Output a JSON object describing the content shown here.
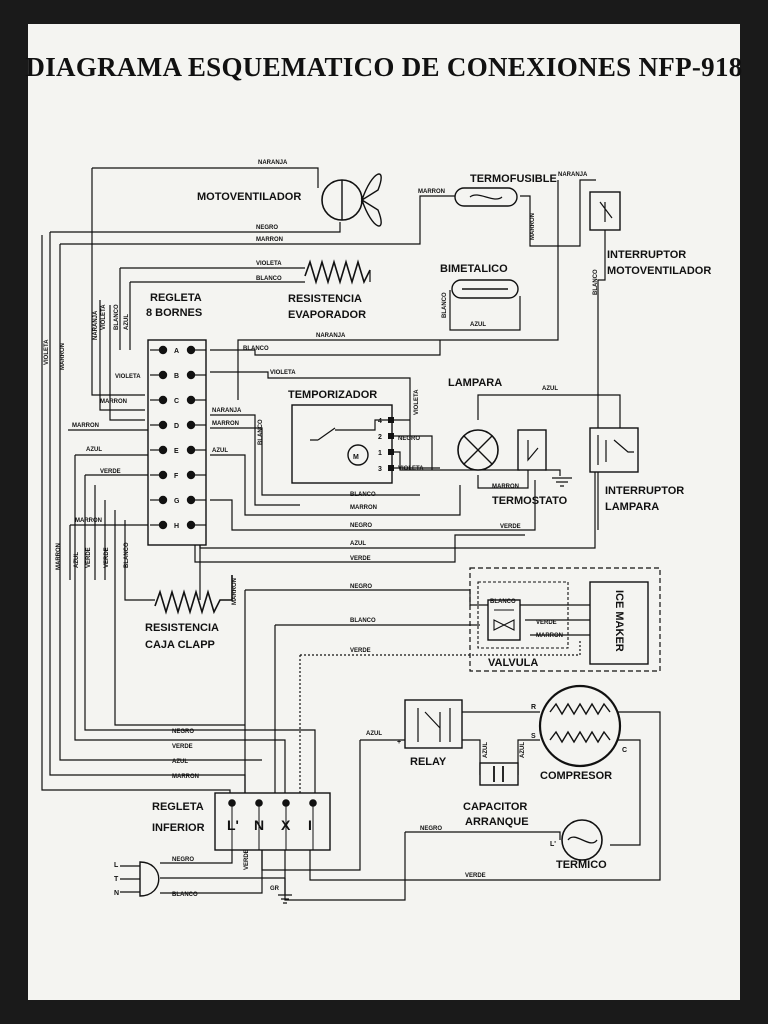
{
  "title": "DIAGRAMA ESQUEMATICO DE CONEXIONES NFP-918",
  "components": {
    "motoventilador": "MOTOVENTILADOR",
    "termofusible": "TERMOFUSIBLE",
    "interruptor_moto_1": "INTERRUPTOR",
    "interruptor_moto_2": "MOTOVENTILADOR",
    "regleta_1": "REGLETA",
    "regleta_2": "8 BORNES",
    "resistencia_evap_1": "RESISTENCIA",
    "resistencia_evap_2": "EVAPORADOR",
    "bimetalico": "BIMETALICO",
    "temporizador": "TEMPORIZADOR",
    "lampara": "LAMPARA",
    "termostato": "TERMOSTATO",
    "interruptor_lamp_1": "INTERRUPTOR",
    "interruptor_lamp_2": "LAMPARA",
    "resistencia_clapp_1": "RESISTENCIA",
    "resistencia_clapp_2": "CAJA CLAPP",
    "ice_maker": "ICE MAKER",
    "valvula": "VALVULA",
    "relay": "RELAY",
    "compresor": "COMPRESOR",
    "capacitor_1": "CAPACITOR",
    "capacitor_2": "ARRANQUE",
    "termico": "TERMICO",
    "regleta_inf_1": "REGLETA",
    "regleta_inf_2": "INFERIOR"
  },
  "wires": {
    "naranja": "NARANJA",
    "marron": "MARRON",
    "negro": "NEGRO",
    "violeta": "VIOLETA",
    "blanco": "BLANCO",
    "azul": "AZUL",
    "verde": "VERDE",
    "gr": "GR"
  },
  "regleta_letters": [
    "A",
    "B",
    "C",
    "D",
    "E",
    "F",
    "G",
    "H"
  ],
  "lower_terminals": [
    "L'",
    "N",
    "X",
    "I"
  ],
  "timer_terminals": [
    "4",
    "2",
    "1",
    "3"
  ],
  "motor_letter": "M",
  "compresor_terminals": [
    "R",
    "S",
    "C"
  ],
  "relay_terminal": "+",
  "termico_terminal": "L'",
  "plug_pins": [
    "L",
    "T",
    "N"
  ]
}
